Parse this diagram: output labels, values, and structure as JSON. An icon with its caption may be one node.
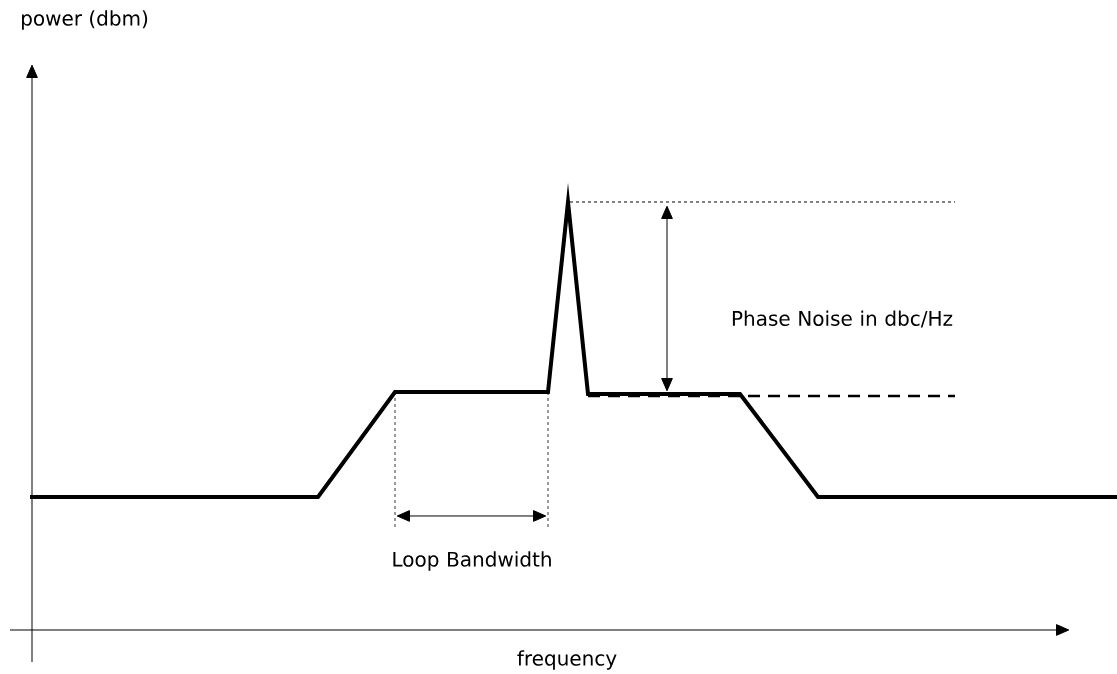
{
  "diagram": {
    "labels": [
      "power (dbm)",
      "Phase Noise in dbc/Hz",
      "Loop Bandwidth",
      "frequency"
    ]
  }
}
